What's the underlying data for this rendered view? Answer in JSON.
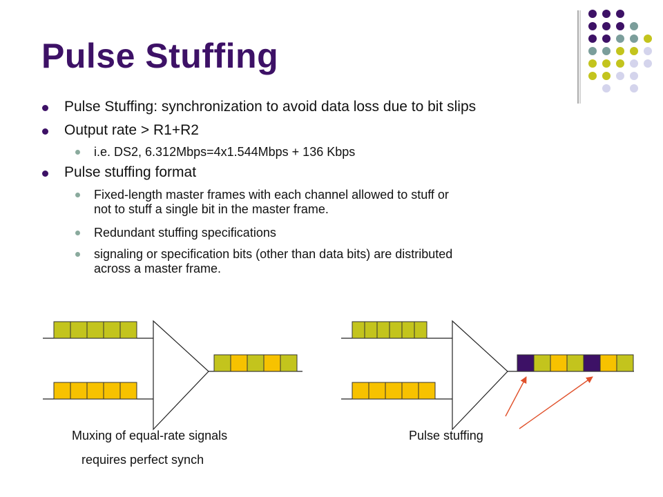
{
  "slide": {
    "title": "Pulse Stuffing",
    "bullets": [
      {
        "text": "Pulse Stuffing: synchronization to avoid data loss due to bit slips"
      },
      {
        "text": "Output rate > R1+R2"
      },
      {
        "text": "i.e. DS2, 6.312Mbps=4x1.544Mbps + 136 Kbps"
      },
      {
        "text": "Pulse stuffing format"
      },
      {
        "text": "Fixed-length master frames with each channel allowed to stuff or"
      },
      {
        "text": "not to stuff a single bit in the master frame."
      },
      {
        "text": "Redundant stuffing specifications"
      },
      {
        "text": "signaling or specification bits (other than data bits) are distributed"
      },
      {
        "text": "across a master frame."
      }
    ],
    "captions": {
      "left_line1": "Muxing of equal-rate signals",
      "left_line2": "requires perfect synch",
      "right": "Pulse stuffing"
    }
  },
  "colors": {
    "title": "#3d1166",
    "purple": "#3d1166",
    "teal": "#7b9e9b",
    "lime": "#c3c41d",
    "lavender": "#d4d4ec",
    "cell_lime": "#c3c41d",
    "cell_yellow": "#f7c200",
    "arrow": "#e0502a"
  },
  "icons": [
    "dot-grid-decoration-icon"
  ]
}
